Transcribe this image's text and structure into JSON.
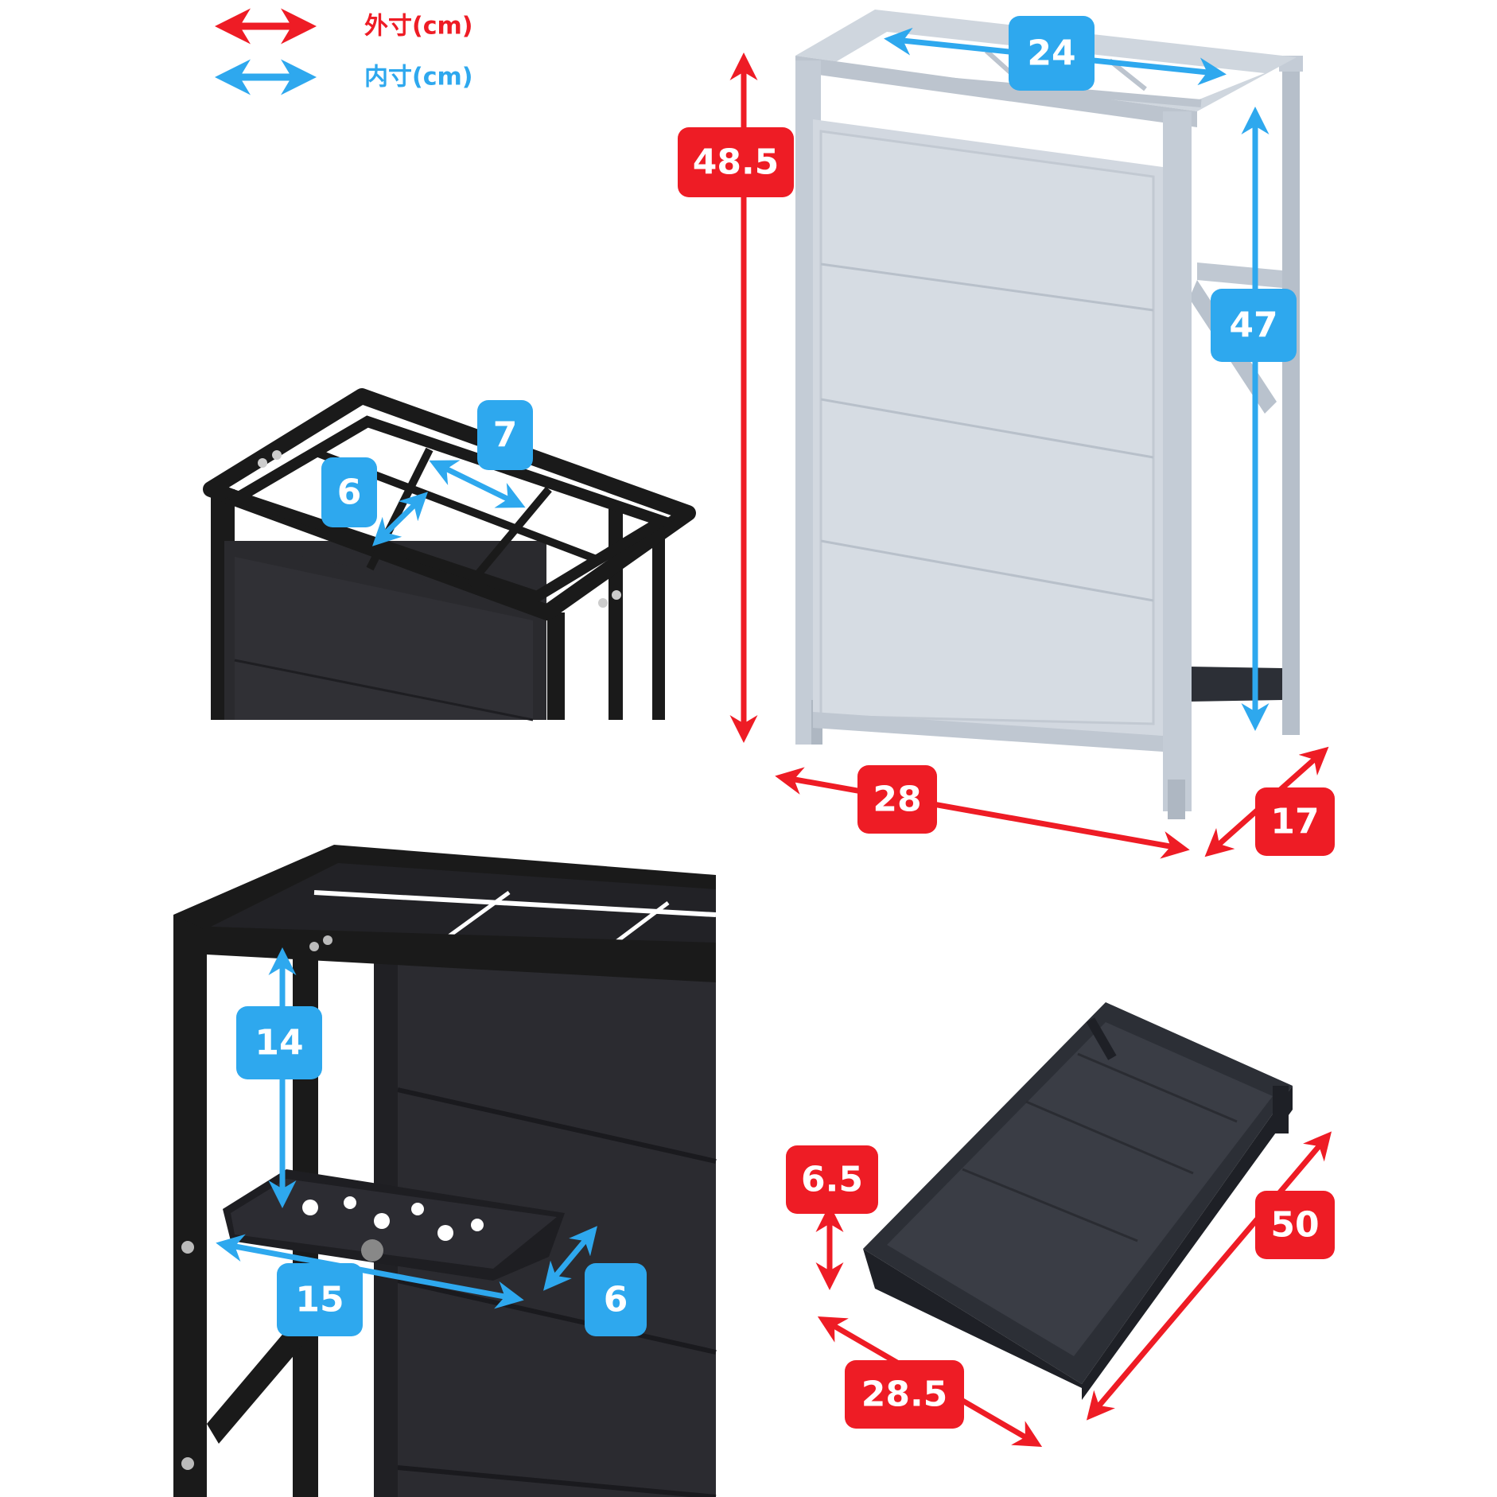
{
  "legend": {
    "outer": {
      "label": "外寸(cm)",
      "color": "#ee1c25"
    },
    "inner": {
      "label": "内寸(cm)",
      "color": "#2ea8ee"
    }
  },
  "colors": {
    "red": "#ee1c25",
    "blue": "#2ea8ee",
    "grey_frame": "#c4ccd6",
    "grey_panel": "#d2d8e0",
    "black_frame": "#1a1a1a",
    "black_panel": "#2a2a2e",
    "tray": "#2c2f36"
  },
  "dimensions": {
    "outer_height": "48.5",
    "outer_width": "28",
    "outer_depth": "17",
    "inner_width": "24",
    "inner_height": "47",
    "grid_cell_long": "7",
    "grid_cell_short": "6",
    "holder_clearance": "14",
    "holder_length": "15",
    "holder_depth": "6",
    "tray_height": "6.5",
    "tray_width": "28.5",
    "tray_length": "50"
  }
}
